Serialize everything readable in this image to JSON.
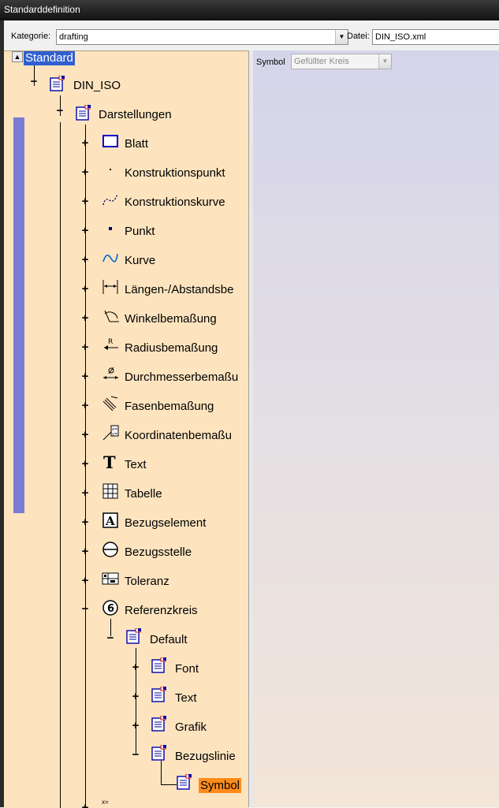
{
  "window": {
    "title": "Standarddefinition"
  },
  "toolbar": {
    "category_label": "Kategorie:",
    "category_value": "drafting",
    "file_label": "Datei:",
    "file_value": "DIN_ISO.xml"
  },
  "properties": {
    "symbol_label": "Symbol",
    "symbol_value": "Gefüllter Kreis"
  },
  "tree": {
    "root": "Standard",
    "din_iso": "DIN_ISO",
    "darstellungen": "Darstellungen",
    "items": [
      {
        "label": "Blatt",
        "icon": "sheet-icon"
      },
      {
        "label": "Konstruktionspunkt",
        "icon": "construction-point-icon"
      },
      {
        "label": "Konstruktionskurve",
        "icon": "construction-curve-icon"
      },
      {
        "label": "Punkt",
        "icon": "point-icon"
      },
      {
        "label": "Kurve",
        "icon": "curve-icon"
      },
      {
        "label": "Längen-/Abstandsbe",
        "icon": "length-dimension-icon"
      },
      {
        "label": "Winkelbemaßung",
        "icon": "angle-dimension-icon"
      },
      {
        "label": "Radiusbemaßung",
        "icon": "radius-dimension-icon"
      },
      {
        "label": "Durchmesserbemaßu",
        "icon": "diameter-dimension-icon"
      },
      {
        "label": "Fasenbemaßung",
        "icon": "chamfer-dimension-icon"
      },
      {
        "label": "Koordinatenbemaßu",
        "icon": "coordinate-dimension-icon"
      },
      {
        "label": "Text",
        "icon": "text-icon"
      },
      {
        "label": "Tabelle",
        "icon": "table-icon"
      },
      {
        "label": "Bezugselement",
        "icon": "datum-feature-icon"
      },
      {
        "label": "Bezugsstelle",
        "icon": "datum-target-icon"
      },
      {
        "label": "Toleranz",
        "icon": "tolerance-icon"
      },
      {
        "label": "Referenzkreis",
        "icon": "balloon-icon"
      }
    ],
    "default": "Default",
    "default_children": [
      "Font",
      "Text",
      "Grafik",
      "Bezugslinie"
    ],
    "symbol": "Symbol",
    "bottom_partial_icon_text": "x="
  },
  "colors": {
    "tree_bg": "#fde4bf",
    "selection_blue": "#3060d0",
    "selection_orange": "#ff8c1a",
    "scroll_thumb": "#7b7bd6"
  }
}
